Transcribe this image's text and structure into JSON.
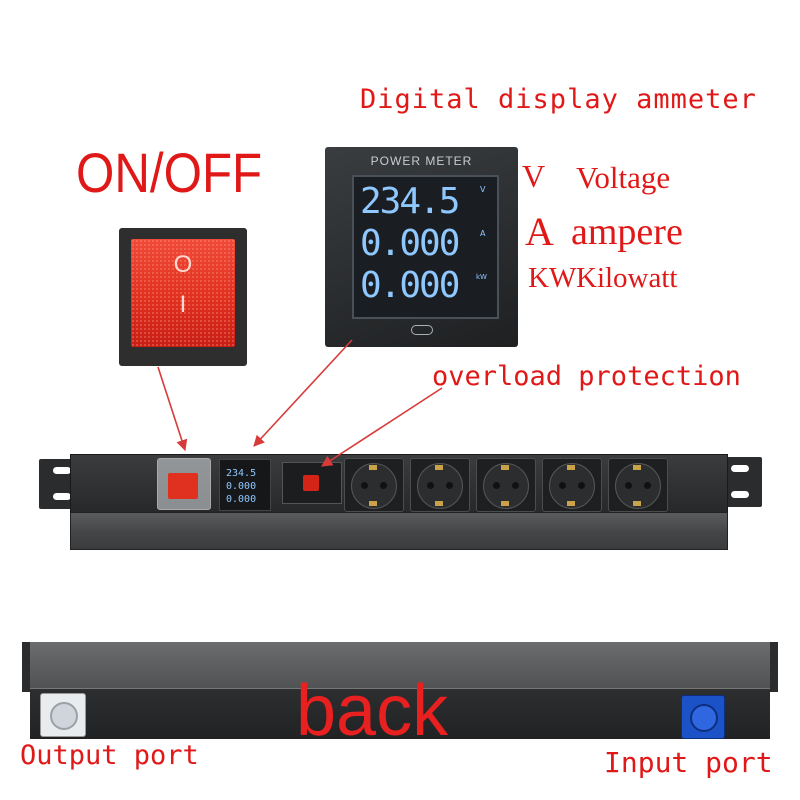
{
  "labels": {
    "ammeter_title": "Digital display ammeter",
    "on_off": "ON/OFF",
    "voltage_unit": "V",
    "voltage_word": "Voltage",
    "ampere_unit": "A",
    "ampere_word": "ampere",
    "kilowatt_unit": "KW",
    "kilowatt_word": "Kilowatt",
    "overload": "overload protection",
    "back": "back",
    "output_port": "Output port",
    "input_port": "Input port"
  },
  "meter": {
    "brand": "POWER METER",
    "voltage_value": "234.5",
    "voltage_suffix": "V",
    "ampere_value": "0.000",
    "ampere_suffix": "A",
    "kw_value": "0.000",
    "kw_suffix": "kW"
  },
  "mini_meter": {
    "row1": "234.5",
    "row2": "0.000",
    "row3": "0.000"
  },
  "switch_symbols": {
    "off": "O",
    "on": "I"
  },
  "colors": {
    "label_red": "#e01818",
    "arrow_red": "#d83a3a",
    "switch_red": "#e83020",
    "lcd_blue": "#8fc8ff",
    "input_port_blue": "#1c52c8",
    "output_port_white": "#e8ecef"
  },
  "socket_count": 5
}
